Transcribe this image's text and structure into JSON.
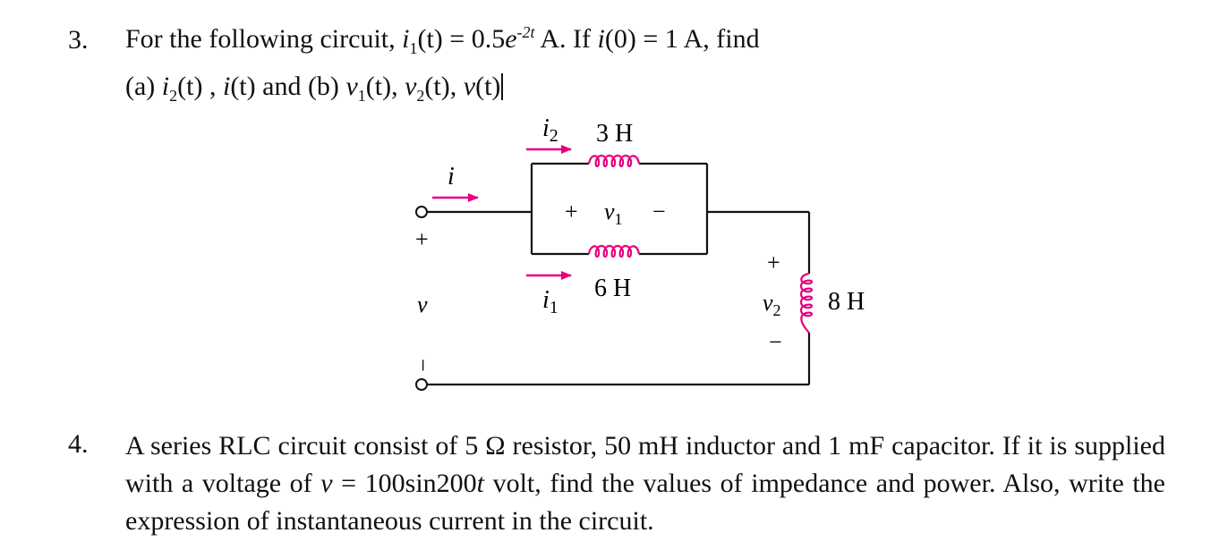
{
  "q3": {
    "number": "3.",
    "line1": {
      "pre": "For the following circuit, ",
      "i": "i",
      "sub1": "1",
      "t": "(t)",
      "eq": " = 0.5",
      "e": "e",
      "exp": "-2t",
      "mid": " A. If ",
      "i2": "i",
      "i0": "(0) = 1 A, find"
    },
    "line2": {
      "a": "(a) ",
      "i2": "i",
      "sub2": "2",
      "t1": "(t) , ",
      "i": "i",
      "t2": "(t) and (b) ",
      "v1": "v",
      "sub1": "1",
      "t3": "(t), ",
      "v2": "v",
      "sub2b": "2",
      "t4": "(t), ",
      "v": "v",
      "t5": "(t)"
    },
    "circuit": {
      "i2_label": "i",
      "i2_sub": "2",
      "l1_value": "3 H",
      "i_label": "i",
      "plus_v1": "+",
      "v1_label": "v",
      "v1_sub": "1",
      "minus_v1": "−",
      "plus_src": "+",
      "v_label": "v",
      "minus_src": "−",
      "l2_value": "6 H",
      "i1_label": "i",
      "i1_sub": "1",
      "plus_v2": "+",
      "v2_label": "v",
      "v2_sub": "2",
      "minus_v2": "−",
      "l3_value": "8 H",
      "arrow_color": "#e6007e",
      "inductor_color": "#e6007e"
    }
  },
  "q4": {
    "number": "4.",
    "text1": "A series RLC circuit consist of 5 Ω resistor, 50 mH inductor and 1 mF capacitor. If it is supplied with a voltage of ",
    "v": "v",
    "eq": " = 100sin200",
    "t": "t",
    "text2": "  volt, find the values of impedance and power. Also, write the expression of instantaneous current in the circuit."
  }
}
